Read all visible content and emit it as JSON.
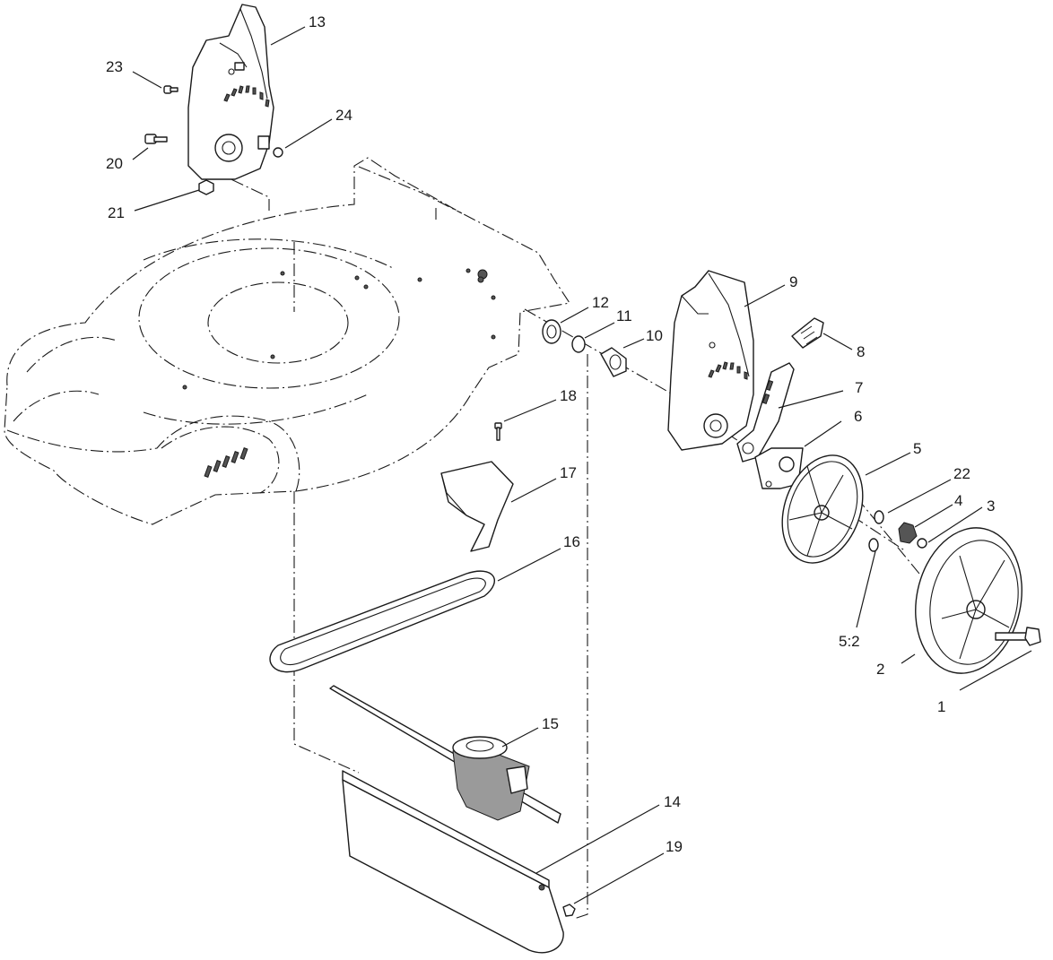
{
  "callouts": [
    {
      "id": "c1",
      "text": "1"
    },
    {
      "id": "c2",
      "text": "2"
    },
    {
      "id": "c3",
      "text": "3"
    },
    {
      "id": "c4",
      "text": "4"
    },
    {
      "id": "c5",
      "text": "5"
    },
    {
      "id": "c52",
      "text": "5:2"
    },
    {
      "id": "c6",
      "text": "6"
    },
    {
      "id": "c7",
      "text": "7"
    },
    {
      "id": "c8",
      "text": "8"
    },
    {
      "id": "c9",
      "text": "9"
    },
    {
      "id": "c10",
      "text": "10"
    },
    {
      "id": "c11",
      "text": "11"
    },
    {
      "id": "c12",
      "text": "12"
    },
    {
      "id": "c13",
      "text": "13"
    },
    {
      "id": "c14",
      "text": "14"
    },
    {
      "id": "c15",
      "text": "15"
    },
    {
      "id": "c16",
      "text": "16"
    },
    {
      "id": "c17",
      "text": "17"
    },
    {
      "id": "c18",
      "text": "18"
    },
    {
      "id": "c19",
      "text": "19"
    },
    {
      "id": "c20",
      "text": "20"
    },
    {
      "id": "c21",
      "text": "21"
    },
    {
      "id": "c22",
      "text": "22"
    },
    {
      "id": "c23",
      "text": "23"
    },
    {
      "id": "c24",
      "text": "24"
    }
  ]
}
